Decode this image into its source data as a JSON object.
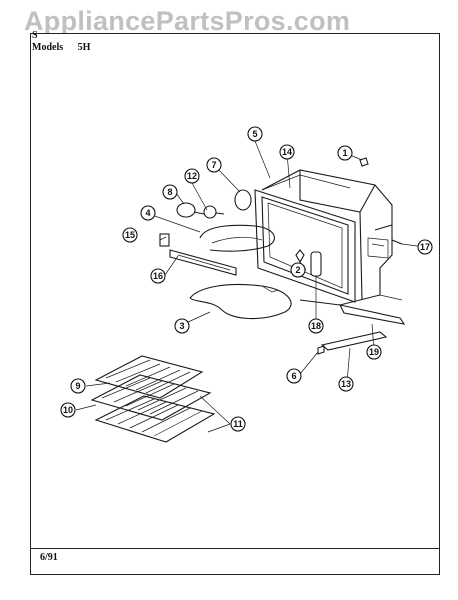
{
  "header": {
    "watermark": "AppliancePartsPros.com",
    "title": "S",
    "model_label": "Models",
    "model_code": "5H"
  },
  "footer": {
    "date": "6/91"
  },
  "callouts": [
    "1",
    "2",
    "3",
    "4",
    "5",
    "6",
    "7",
    "8",
    "9",
    "10",
    "11",
    "12",
    "13",
    "14",
    "15",
    "16",
    "17",
    "18",
    "19"
  ]
}
